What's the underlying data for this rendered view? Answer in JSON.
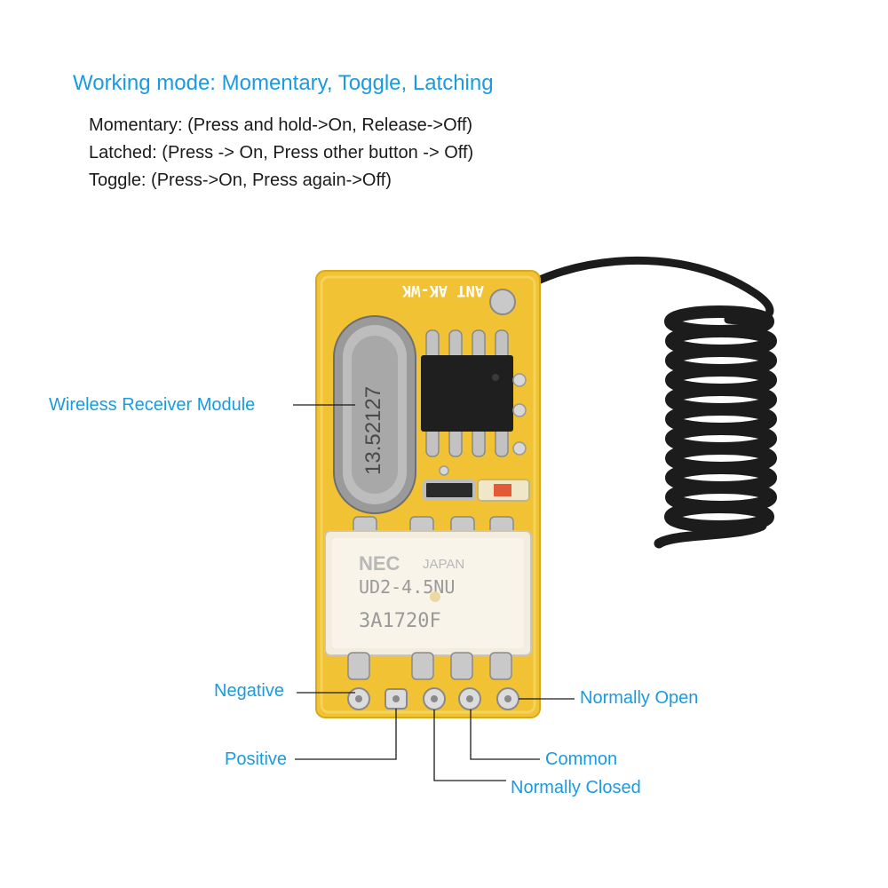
{
  "title": "Working mode: Momentary, Toggle, Latching",
  "modes": [
    "Momentary: (Press and hold->On, Release->Off)",
    "Latched: (Press -> On, Press other button -> Off)",
    "Toggle: (Press->On, Press again->Off)"
  ],
  "board": {
    "silkscreen": "ANT AK-WK",
    "crystal_marking": "13.52127",
    "relay": {
      "brand": "NEC",
      "origin": "JAPAN",
      "model": "UD2-4.5NU",
      "code": "3A1720F"
    }
  },
  "labels": {
    "module": "Wireless Receiver Module",
    "negative": "Negative",
    "positive": "Positive",
    "normally_open": "Normally Open",
    "common": "Common",
    "normally_closed": "Normally Closed"
  },
  "colors": {
    "accent": "#1a9be0",
    "pcb": "#f0c234",
    "relay": "#f3ede0",
    "antenna": "#1c1c1c"
  }
}
